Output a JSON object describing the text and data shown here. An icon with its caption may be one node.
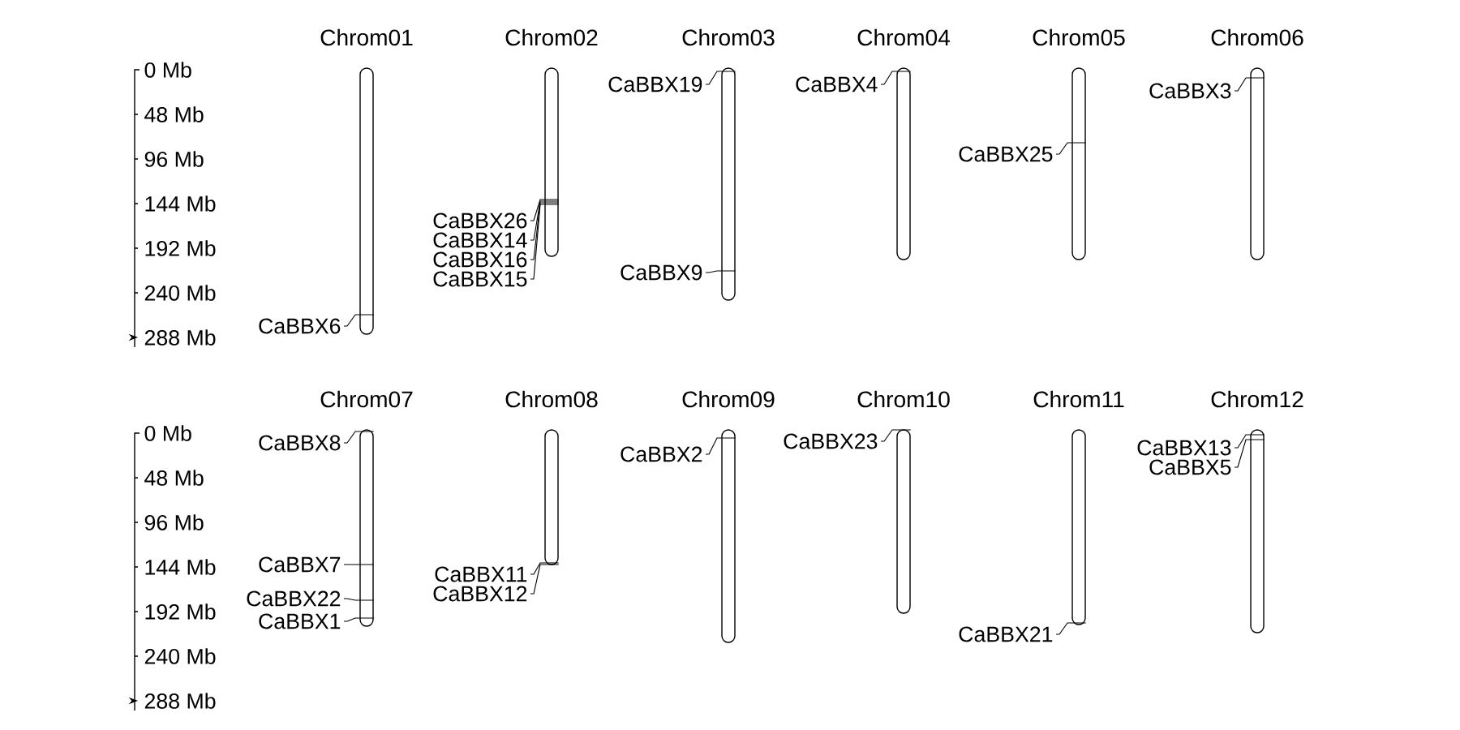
{
  "diagram": {
    "nodes": [
      {
        "text": [
          "Chrom01"
        ]
      },
      {
        "text": [
          "Chrom02"
        ]
      },
      {
        "text": [
          "Chrom03"
        ]
      },
      {
        "text": [
          "Chrom04"
        ]
      },
      {
        "text": [
          "Chrom05"
        ]
      },
      {
        "text": [
          "Chrom06"
        ]
      },
      {
        "text": [
          "Chrom07"
        ]
      },
      {
        "text": [
          "Chrom08"
        ]
      },
      {
        "text": [
          "Chrom09"
        ]
      },
      {
        "text": [
          "Chrom10"
        ]
      },
      {
        "text": [
          "Chrom11"
        ]
      },
      {
        "text": [
          "Chrom12"
        ]
      },
      {
        "text": [
          "CaBBX6"
        ]
      },
      {
        "text": [
          "CaBBX26"
        ]
      },
      {
        "text": [
          "CaBBX14"
        ]
      },
      {
        "text": [
          "CaBBX16"
        ]
      },
      {
        "text": [
          "CaBBX15"
        ]
      },
      {
        "text": [
          "CaBBX19"
        ]
      },
      {
        "text": [
          "CaBBX9"
        ]
      },
      {
        "text": [
          "CaBBX4"
        ]
      },
      {
        "text": [
          "CaBBX25"
        ]
      },
      {
        "text": [
          "CaBBX3"
        ]
      },
      {
        "text": [
          "CaBBX8"
        ]
      },
      {
        "text": [
          "CaBBX7"
        ]
      },
      {
        "text": [
          "CaBBX22"
        ]
      },
      {
        "text": [
          "CaBBX1"
        ]
      },
      {
        "text": [
          "CaBBX11"
        ]
      },
      {
        "text": [
          "CaBBX12"
        ]
      },
      {
        "text": [
          "CaBBX2"
        ]
      },
      {
        "text": [
          "CaBBX23"
        ]
      },
      {
        "text": [
          "CaBBX21"
        ]
      },
      {
        "text": [
          "CaBBX13"
        ]
      },
      {
        "text": [
          "CaBBX5"
        ]
      }
    ],
    "edges": [
      {
        "from": 12,
        "to": 0,
        "arrow": "none"
      },
      {
        "from": 13,
        "to": 1,
        "arrow": "none"
      },
      {
        "from": 14,
        "to": 1,
        "arrow": "none"
      },
      {
        "from": 15,
        "to": 1,
        "arrow": "none"
      },
      {
        "from": 16,
        "to": 1,
        "arrow": "none"
      },
      {
        "from": 17,
        "to": 2,
        "arrow": "none"
      },
      {
        "from": 18,
        "to": 2,
        "arrow": "none"
      },
      {
        "from": 19,
        "to": 3,
        "arrow": "none"
      },
      {
        "from": 20,
        "to": 4,
        "arrow": "none"
      },
      {
        "from": 21,
        "to": 5,
        "arrow": "none"
      },
      {
        "from": 22,
        "to": 6,
        "arrow": "none"
      },
      {
        "from": 23,
        "to": 6,
        "arrow": "none"
      },
      {
        "from": 24,
        "to": 6,
        "arrow": "none"
      },
      {
        "from": 25,
        "to": 6,
        "arrow": "none"
      },
      {
        "from": 26,
        "to": 7,
        "arrow": "none"
      },
      {
        "from": 27,
        "to": 7,
        "arrow": "none"
      },
      {
        "from": 28,
        "to": 8,
        "arrow": "none"
      },
      {
        "from": 29,
        "to": 9,
        "arrow": "none"
      },
      {
        "from": 30,
        "to": 10,
        "arrow": "none"
      },
      {
        "from": 31,
        "to": 11,
        "arrow": "none"
      },
      {
        "from": 32,
        "to": 11,
        "arrow": "none"
      }
    ],
    "labels": [
      "0 Mb",
      "48 Mb",
      "96 Mb",
      "144 Mb",
      "192 Mb",
      "240 Mb",
      "288 Mb",
      "0 Mb",
      "48 Mb",
      "96 Mb",
      "144 Mb",
      "192 Mb",
      "240 Mb",
      "288 Mb"
    ]
  }
}
